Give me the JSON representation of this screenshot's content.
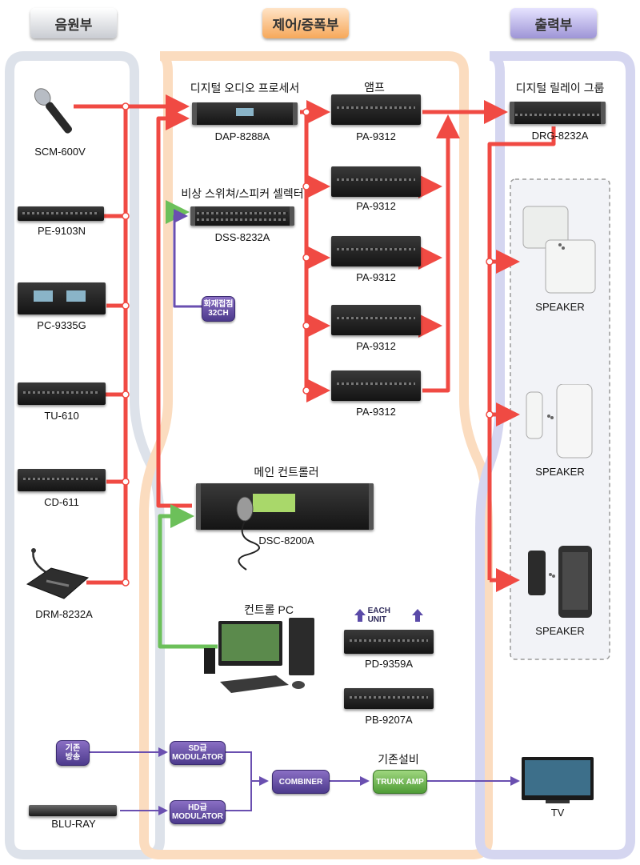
{
  "headers": {
    "source": "음원부",
    "control": "제어/증폭부",
    "output": "출력부"
  },
  "colors": {
    "red_line": "#f04a43",
    "green_line": "#6cc05a",
    "purple_line": "#6a4fb0",
    "source_panel": "#dde2ea",
    "control_panel": "#fbdcbf",
    "output_panel": "#d5d6f0"
  },
  "sources": [
    {
      "label": "SCM-600V",
      "icon": "microphone-icon"
    },
    {
      "label": "PE-9103N",
      "icon": "rack-unit-icon"
    },
    {
      "label": "PC-9335G",
      "icon": "rack-unit-icon"
    },
    {
      "label": "TU-610",
      "icon": "rack-unit-icon"
    },
    {
      "label": "CD-611",
      "icon": "rack-unit-icon"
    },
    {
      "label": "DRM-8232A",
      "icon": "desk-microphone-icon"
    }
  ],
  "control": {
    "processor": {
      "title": "디지털 오디오 프로세서",
      "label": "DAP-8288A"
    },
    "selector": {
      "title": "비상 스위쳐/스피커 셀렉터",
      "label": "DSS-8232A"
    },
    "fire_contact": "화재접점\n32CH",
    "amp_title": "앰프",
    "amps": [
      "PA-9312",
      "PA-9312",
      "PA-9312",
      "PA-9312",
      "PA-9312"
    ],
    "main_controller": {
      "title": "메인 컨트롤러",
      "label": "DSC-8200A"
    },
    "pc": {
      "title": "컨트롤 PC"
    },
    "each_unit": "EACH UNIT",
    "power_units": [
      "PD-9359A",
      "PB-9207A"
    ]
  },
  "outputs": {
    "relay": {
      "title": "디지털 릴레이 그룹",
      "label": "DRG-8232A"
    },
    "speakers": [
      "SPEAKER",
      "SPEAKER",
      "SPEAKER"
    ]
  },
  "broadcast": {
    "existing": "기존\n방송",
    "bluray": "BLU-RAY",
    "sd_mod": "SD급\nMODULATOR",
    "hd_mod": "HD급\nMODULATOR",
    "combiner": "COMBINER",
    "existing_equipment": "기존설비",
    "trunk_amp": "TRUNK AMP",
    "tv": "TV"
  }
}
